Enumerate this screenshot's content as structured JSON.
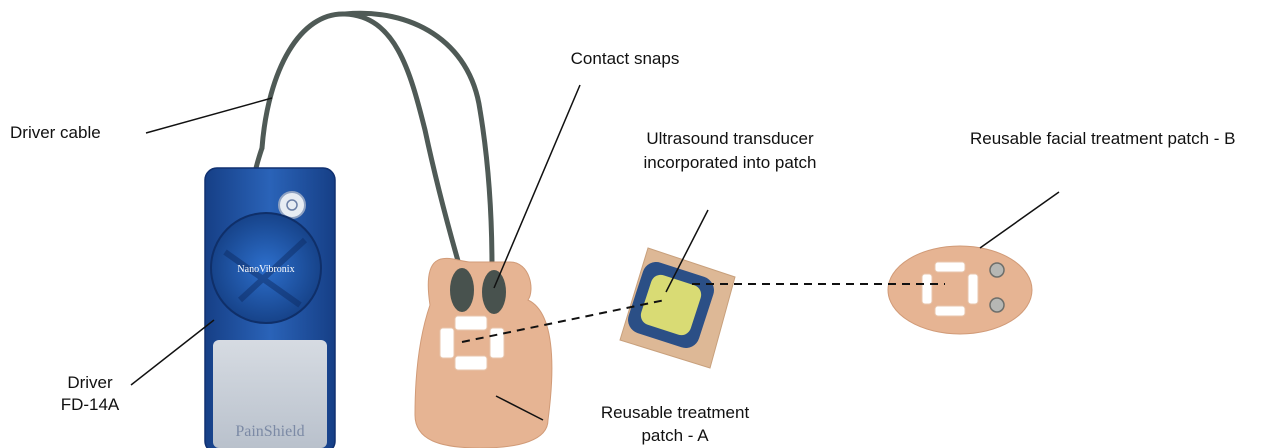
{
  "labels": {
    "driver_cable": "Driver cable",
    "contact_snaps": "Contact snaps",
    "ultrasound_line1": "Ultrasound transducer",
    "ultrasound_line2": "incorporated into patch",
    "facial_patch": "Reusable facial treatment patch - B",
    "driver_line1": "Driver",
    "driver_line2": "FD-14A",
    "treatment_line1": "Reusable treatment",
    "treatment_line2": "patch - A"
  },
  "device": {
    "brand_top": "NanoVibronix",
    "brand_bottom": "PainShield"
  },
  "colors": {
    "driver_blue": "#1f56a8",
    "cable_gray": "#4f5a56",
    "patch_skin": "#e6b493",
    "transducer_yellow": "#d9db74",
    "transducer_ring": "#2b4f86"
  }
}
